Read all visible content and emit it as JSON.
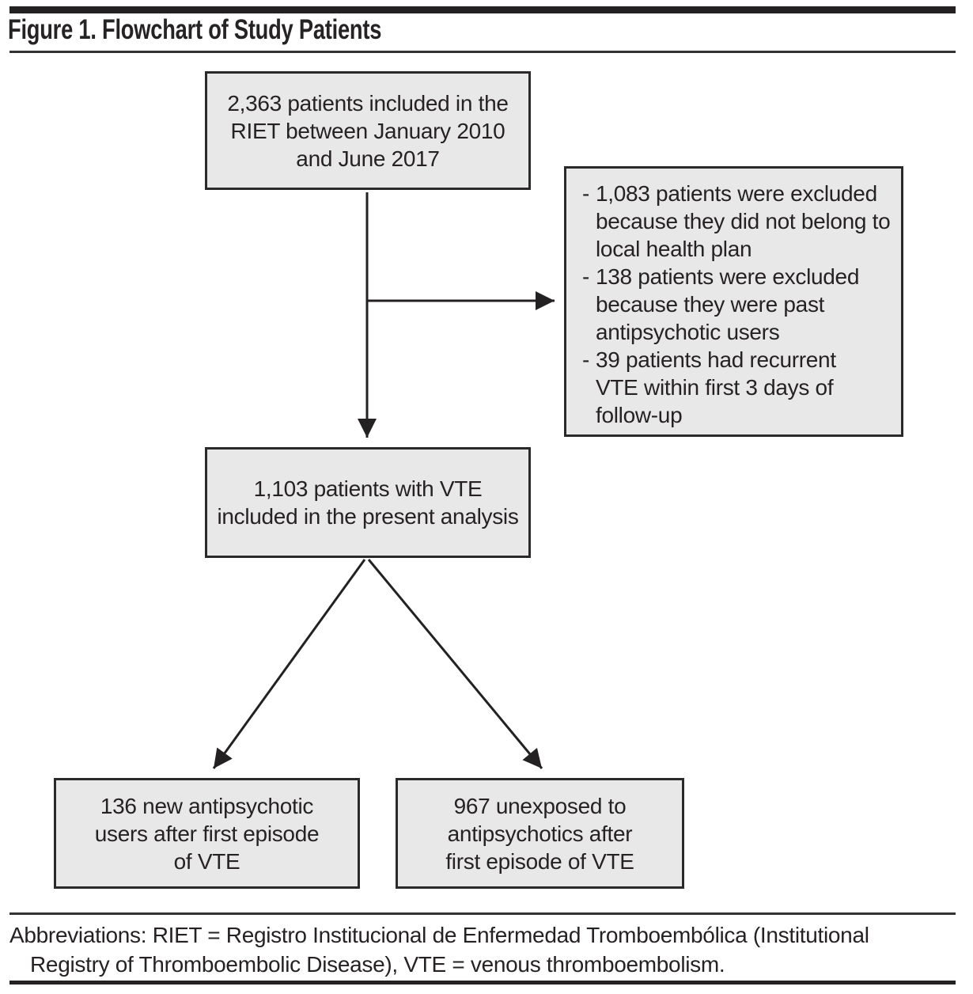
{
  "colors": {
    "box_fill": "#e9e8e8",
    "box_border": "#2c292a",
    "ink": "#231f20"
  },
  "figure": {
    "title": "Figure 1. Flowchart of Study Patients"
  },
  "flow": {
    "top_box": {
      "text": "2,363 patients included in the\nRIET between January 2010\nand June 2017"
    },
    "exclusion_box": {
      "items": [
        {
          "bullet": "-",
          "text": "1,083 patients were excluded\nbecause they did not belong to\nlocal health plan"
        },
        {
          "bullet": "-",
          "text": "138 patients were excluded\nbecause they were past\nantipsychotic users"
        },
        {
          "bullet": "-",
          "text": "39 patients had recurrent\nVTE within first 3 days of\nfollow-up"
        }
      ]
    },
    "middle_box": {
      "text": "1,103 patients with VTE\nincluded in the present analysis"
    },
    "bottom_left_box": {
      "text": "136 new antipsychotic\nusers after first episode\nof VTE"
    },
    "bottom_right_box": {
      "text": "967 unexposed to\nantipsychotics after\nfirst episode of VTE"
    }
  },
  "footnote": {
    "line1": "Abbreviations: RIET = Registro Institucional de Enfermedad Tromboembólica (Institutional",
    "line2": "Registry of Thromboembolic Disease), VTE = venous thromboembolism."
  }
}
